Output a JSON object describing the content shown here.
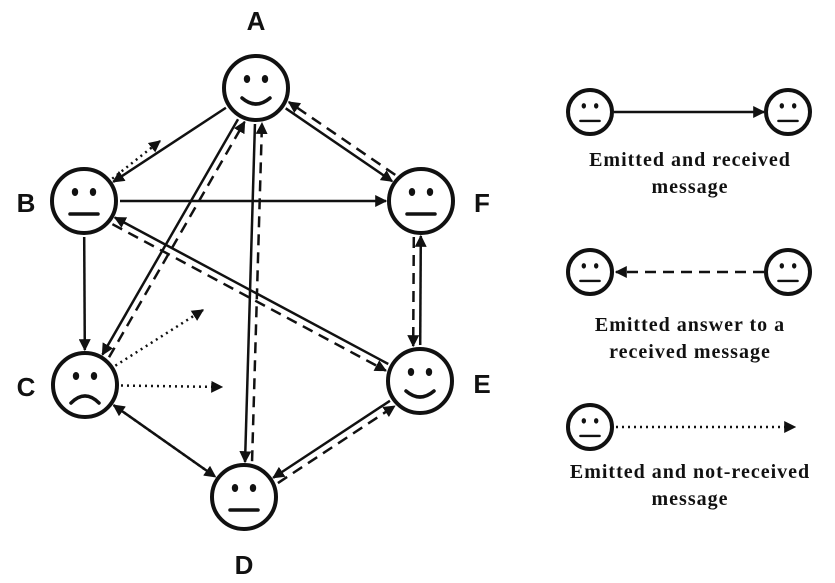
{
  "nodes": [
    {
      "id": "A",
      "label": "A",
      "mood": "happy"
    },
    {
      "id": "B",
      "label": "B",
      "mood": "neutral"
    },
    {
      "id": "C",
      "label": "C",
      "mood": "sad"
    },
    {
      "id": "D",
      "label": "D",
      "mood": "neutral"
    },
    {
      "id": "E",
      "label": "E",
      "mood": "happy"
    },
    {
      "id": "F",
      "label": "F",
      "mood": "neutral"
    }
  ],
  "edges": [
    {
      "from": "A",
      "to": "B",
      "type": "received"
    },
    {
      "from": "A",
      "to": "F",
      "type": "received"
    },
    {
      "from": "A",
      "to": "C",
      "type": "received"
    },
    {
      "from": "A",
      "to": "D",
      "type": "received"
    },
    {
      "from": "B",
      "to": "F",
      "type": "received"
    },
    {
      "from": "B",
      "to": "C",
      "type": "received"
    },
    {
      "from": "E",
      "to": "B",
      "type": "received"
    },
    {
      "from": "E",
      "to": "F",
      "type": "received"
    },
    {
      "from": "D",
      "to": "C",
      "type": "received"
    },
    {
      "from": "E",
      "to": "D",
      "type": "received"
    },
    {
      "from": "F",
      "to": "A",
      "type": "answer"
    },
    {
      "from": "C",
      "to": "A",
      "type": "answer"
    },
    {
      "from": "D",
      "to": "A",
      "type": "answer"
    },
    {
      "from": "B",
      "to": "E",
      "type": "answer"
    },
    {
      "from": "F",
      "to": "E",
      "type": "answer"
    },
    {
      "from": "D",
      "to": "E",
      "type": "answer"
    },
    {
      "from": "B",
      "to": "toward-A",
      "type": "not-received"
    },
    {
      "from": "C",
      "to": "up-right",
      "type": "not-received"
    },
    {
      "from": "C",
      "to": "right",
      "type": "not-received"
    },
    {
      "from": "C",
      "to": "D",
      "type": "not-received"
    }
  ],
  "legend": {
    "received": {
      "line1": "Emitted and received",
      "line2": "message"
    },
    "answer": {
      "line1": "Emitted answer to a",
      "line2": "received message"
    },
    "not_received": {
      "line1": "Emitted and not-received",
      "line2": "message"
    }
  }
}
